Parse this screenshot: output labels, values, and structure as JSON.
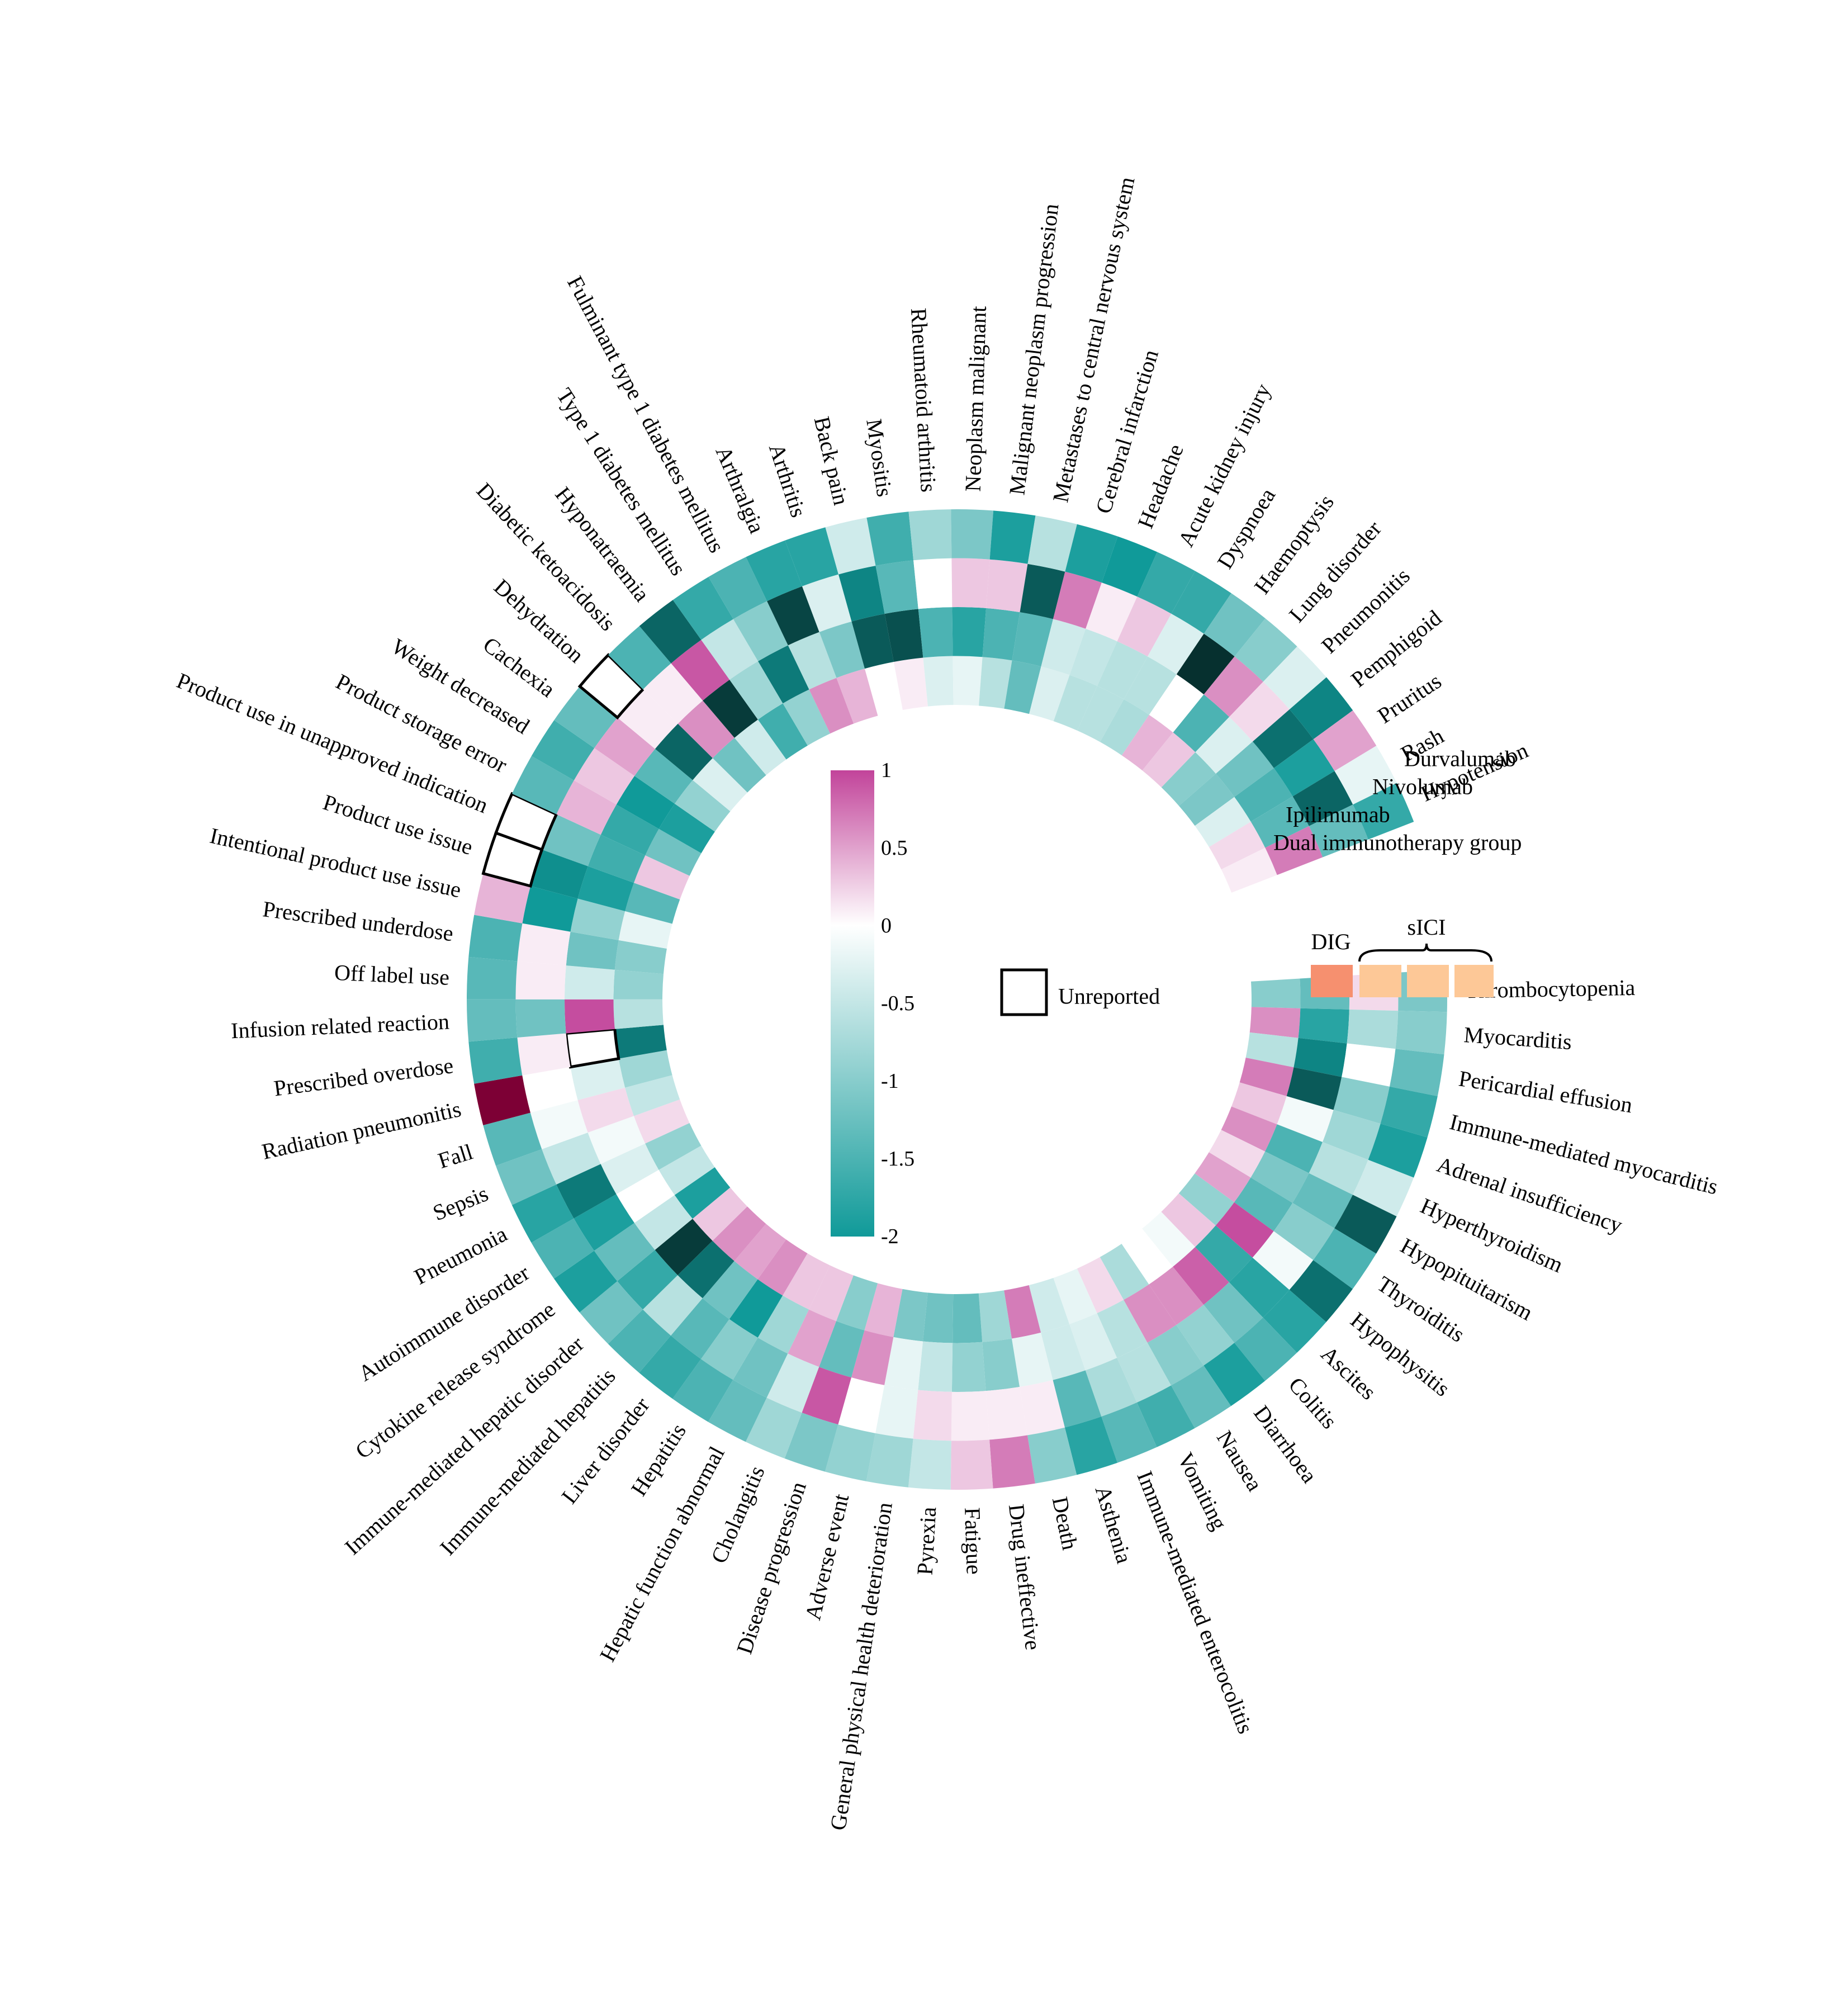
{
  "chart_data": {
    "type": "heatmap",
    "title": "",
    "rings": [
      "Dual immunotherapy group",
      "Ipilimumab",
      "Nivolumab",
      "Durvalumab"
    ],
    "group_headers": {
      "dig": "DIG",
      "sici": "sICI"
    },
    "colorbar": {
      "min": -2,
      "max": 1,
      "ticks": [
        "1",
        "0.5",
        "0",
        "-0.5",
        "-1",
        "-1.5",
        "-2"
      ]
    },
    "legend_unreported": "Unreported",
    "colors": {
      "high": "#c2449a",
      "mid": "#ffffff",
      "low": "#109a99",
      "deep": "#06302f",
      "max": "#7d0035",
      "dig": "#f6906f",
      "sici": "#fdc897"
    },
    "categories": [
      "Thrombocytopenia",
      "Myocarditis",
      "Pericardial effusion",
      "Immune-mediated myocarditis",
      "Adrenal insufficiency",
      "Hyperthyroidism",
      "Hypopituitarism",
      "Thyroiditis",
      "Hypophysitis",
      "Ascites",
      "Colitis",
      "Diarrhoea",
      "Nausea",
      "Vomiting",
      "Immune-mediated enterocolitis",
      "Asthenia",
      "Death",
      "Drug ineffective",
      "Fatigue",
      "Pyrexia",
      "General physical health deterioration",
      "Adverse event",
      "Disease progression",
      "Cholangitis",
      "Hepatic function abnormal",
      "Hepatitis",
      "Liver disorder",
      "Immune-mediated hepatitis",
      "Immune-mediated hepatic disorder",
      "Cytokine release syndrome",
      "Autoimmune disorder",
      "Pneumonia",
      "Sepsis",
      "Fall",
      "Radiation pneumonitis",
      "Prescribed overdose",
      "Infusion related reaction",
      "Off label use",
      "Prescribed underdose",
      "Intentional product use issue",
      "Product use issue",
      "Product use in unapproved indication",
      "Product storage error",
      "Weight decreased",
      "Cachexia",
      "Dehydration",
      "Diabetic ketoacidosis",
      "Hyponatraemia",
      "Type 1 diabetes mellitus",
      "Fulminant type 1 diabetes mellitus",
      "Arthralgia",
      "Arthritis",
      "Back pain",
      "Myositis",
      "Rheumatoid arthritis",
      "Neoplasm malignant",
      "Malignant neoplasm progression",
      "Metastases to central nervous system",
      "Cerebral infarction",
      "Headache",
      "Acute kidney injury",
      "Dyspnoea",
      "Haemoptysis",
      "Lung disorder",
      "Pneumonitis",
      "Pemphigoid",
      "Pruritus",
      "Rash",
      "Hypotension"
    ],
    "values": [
      [
        -1.0,
        -1.3,
        0.2,
        -1.1
      ],
      [
        0.6,
        -1.8,
        -0.7,
        -1.0
      ],
      [
        -0.6,
        -2.2,
        0.0,
        -1.3
      ],
      [
        0.7,
        -2.6,
        -1.0,
        -1.7
      ],
      [
        0.3,
        -0.1,
        -0.8,
        -1.9
      ],
      [
        0.6,
        -1.5,
        -0.6,
        -0.4
      ],
      [
        0.2,
        -1.1,
        -1.3,
        -2.6
      ],
      [
        0.5,
        -1.4,
        -1.0,
        -1.5
      ],
      [
        -0.9,
        0.95,
        -0.1,
        -2.4
      ],
      [
        0.3,
        -1.7,
        -1.8,
        -1.8
      ],
      [
        -0.1,
        0.85,
        -1.2,
        -1.5
      ],
      [
        0.0,
        0.6,
        -0.9,
        -1.9
      ],
      [
        -0.7,
        0.6,
        -1.0,
        -1.3
      ],
      [
        0.2,
        -0.6,
        -0.6,
        -1.6
      ],
      [
        -0.2,
        -0.3,
        -0.7,
        -1.4
      ],
      [
        -0.4,
        -0.4,
        -1.4,
        -1.8
      ],
      [
        0.7,
        -0.2,
        0.1,
        -1.0
      ],
      [
        -0.8,
        -1.0,
        0.1,
        0.7
      ],
      [
        -1.3,
        -0.9,
        0.1,
        0.3
      ],
      [
        -1.2,
        -0.5,
        0.2,
        -0.5
      ],
      [
        -1.1,
        -0.2,
        -0.2,
        -0.8
      ],
      [
        0.4,
        0.6,
        0.0,
        -0.9
      ],
      [
        -1.0,
        -1.3,
        0.9,
        -1.1
      ],
      [
        0.3,
        0.5,
        -0.4,
        -0.8
      ],
      [
        0.3,
        -0.8,
        -1.2,
        -1.3
      ],
      [
        0.6,
        -2.0,
        -1.0,
        -1.5
      ],
      [
        0.5,
        -1.2,
        -1.4,
        -1.7
      ],
      [
        0.6,
        -2.4,
        -0.6,
        -1.5
      ],
      [
        0.3,
        -2.9,
        -1.7,
        -1.2
      ],
      [
        -1.9,
        -0.5,
        -1.3,
        -1.9
      ],
      [
        -0.5,
        0.0,
        -1.9,
        -1.5
      ],
      [
        -0.9,
        -0.3,
        -2.3,
        -1.8
      ],
      [
        0.2,
        -0.1,
        -0.5,
        -1.2
      ],
      [
        -0.5,
        0.2,
        -0.1,
        -1.4
      ],
      [
        -0.8,
        -0.3,
        0.0,
        1.6
      ],
      [
        -2.3,
        null,
        0.1,
        -1.6
      ],
      [
        -0.6,
        0.95,
        -1.2,
        -1.3
      ],
      [
        -0.9,
        -0.4,
        0.1,
        -1.4
      ],
      [
        -1.0,
        -1.2,
        0.1,
        -1.5
      ],
      [
        -0.2,
        -0.9,
        -2.0,
        0.4
      ],
      [
        -1.4,
        -1.9,
        -2.1,
        null
      ],
      [
        0.3,
        -1.6,
        -1.2,
        null
      ],
      [
        -1.2,
        -1.7,
        0.4,
        -1.4
      ],
      [
        -1.9,
        -2.0,
        0.3,
        -1.6
      ],
      [
        -0.9,
        -1.4,
        0.5,
        -1.3
      ],
      [
        -0.3,
        -2.5,
        0.1,
        null
      ],
      [
        -1.2,
        0.6,
        0.1,
        -1.5
      ],
      [
        -0.4,
        -2.9,
        0.9,
        -2.5
      ],
      [
        -1.6,
        -0.8,
        -0.5,
        -1.7
      ],
      [
        -0.9,
        -2.3,
        -1.0,
        -1.5
      ],
      [
        0.6,
        -0.6,
        -2.8,
        -1.8
      ],
      [
        0.4,
        -1.1,
        -0.3,
        -1.8
      ],
      [
        0.0,
        -2.6,
        -2.2,
        -0.4
      ],
      [
        0.1,
        -2.7,
        -1.4,
        -1.6
      ],
      [
        -0.3,
        -1.5,
        0.0,
        -0.8
      ],
      [
        -0.2,
        -1.8,
        0.3,
        -1.1
      ],
      [
        -0.6,
        -1.5,
        0.3,
        -1.9
      ],
      [
        -1.3,
        -1.4,
        -2.6,
        -0.6
      ],
      [
        -0.3,
        -0.4,
        0.7,
        -1.9
      ],
      [
        -0.6,
        -0.5,
        0.1,
        -2.0
      ],
      [
        -0.6,
        -0.6,
        0.3,
        -1.7
      ],
      [
        -0.7,
        -0.6,
        -0.3,
        -1.7
      ],
      [
        0.4,
        0.0,
        -3.0,
        -1.2
      ],
      [
        0.3,
        -1.5,
        0.6,
        -1.0
      ],
      [
        -1.0,
        -0.3,
        0.2,
        -0.3
      ],
      [
        -1.1,
        -1.2,
        -2.4,
        -2.2
      ],
      [
        -0.3,
        -1.5,
        -1.9,
        0.5
      ],
      [
        0.2,
        -1.4,
        -2.5,
        -0.2
      ],
      [
        0.1,
        0.7,
        -1.3,
        -1.7
      ]
    ]
  }
}
